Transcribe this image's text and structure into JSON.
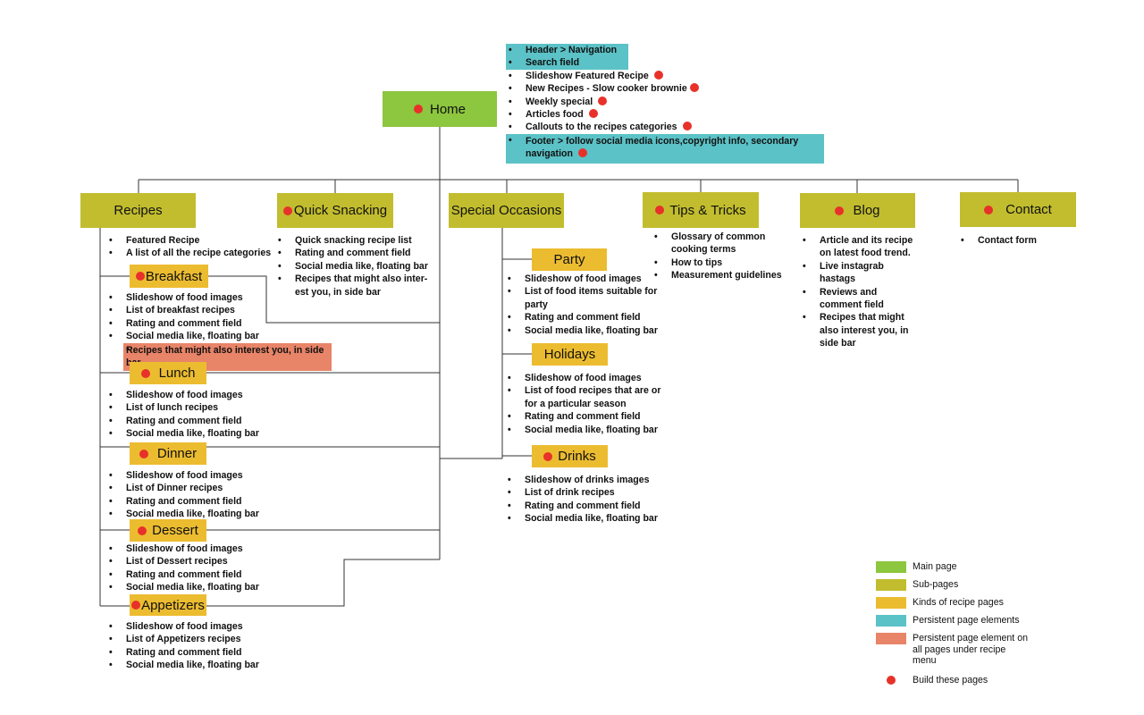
{
  "home": {
    "label": "Home",
    "build": true
  },
  "home_items": [
    {
      "text": "Header > Navigation",
      "highlight": "cyan",
      "build": false
    },
    {
      "text": "Search field",
      "highlight": "cyan",
      "build": false
    },
    {
      "text": "Slideshow Featured Recipe",
      "highlight": "",
      "build": true
    },
    {
      "text": "New Recipes - Slow cooker brownie",
      "highlight": "",
      "build": true
    },
    {
      "text": "Weekly special",
      "highlight": "",
      "build": true
    },
    {
      "text": "Articles food",
      "highlight": "",
      "build": true
    },
    {
      "text": "Callouts to the recipes categories",
      "highlight": "",
      "build": true
    },
    {
      "text": "Footer > follow social media icons,copyright info, secondary navigation",
      "highlight": "cyan",
      "build": true
    }
  ],
  "sections": {
    "recipes": {
      "label": "Recipes",
      "build": false,
      "items": [
        "Featured Recipe",
        "A list of all the recipe categories"
      ]
    },
    "quick_snacking": {
      "label": "Quick Snacking",
      "build": true,
      "items": [
        "Quick snacking recipe list",
        "Rating and comment field",
        "Social media like, floating bar",
        "Recipes that might also inter-est you, in side bar"
      ]
    },
    "special_occasions": {
      "label": "Special Occasions",
      "build": false,
      "items": []
    },
    "tips": {
      "label": "Tips & Tricks",
      "build": true,
      "items": [
        "Glossary of common cooking terms",
        "How to tips",
        "Measurement guidelines"
      ]
    },
    "blog": {
      "label": "Blog",
      "build": true,
      "items": [
        "Article and its recipe on latest food trend.",
        "Live instagrab hastags",
        "Reviews and comment field",
        "Recipes that might also interest you, in side bar"
      ]
    },
    "contact": {
      "label": "Contact",
      "build": true,
      "items": [
        "Contact form"
      ]
    }
  },
  "recipe_kinds": {
    "breakfast": {
      "label": "Breakfast",
      "build": true,
      "items": [
        "Slideshow of food images",
        "List of breakfast recipes",
        "Rating and comment field",
        "Social media like, floating bar"
      ],
      "highlight_item": "Recipes that might also interest you, in side bar"
    },
    "lunch": {
      "label": "Lunch",
      "build": true,
      "items": [
        "Slideshow of food images",
        "List of lunch recipes",
        "Rating and comment field",
        "Social media like, floating bar"
      ]
    },
    "dinner": {
      "label": "Dinner",
      "build": true,
      "items": [
        "Slideshow of food images",
        "List of Dinner recipes",
        "Rating and comment field",
        "Social media like, floating bar"
      ]
    },
    "dessert": {
      "label": "Dessert",
      "build": true,
      "items": [
        "Slideshow of food images",
        "List of Dessert recipes",
        "Rating and comment field",
        "Social media like, floating bar"
      ]
    },
    "appetizers": {
      "label": "Appetizers",
      "build": true,
      "items": [
        "Slideshow of food images",
        "List of Appetizers recipes",
        "Rating and comment field",
        "Social media like, floating bar"
      ]
    }
  },
  "occasion_kinds": {
    "party": {
      "label": "Party",
      "build": false,
      "items": [
        "Slideshow of food images",
        "List of food items suitable for party",
        "Rating and comment field",
        "Social media like, floating bar"
      ]
    },
    "holidays": {
      "label": "Holidays",
      "build": false,
      "items": [
        "Slideshow of food images",
        "List of food recipes that are or for a particular season",
        "Rating and comment field",
        "Social media like, floating bar"
      ]
    },
    "drinks": {
      "label": "Drinks",
      "build": true,
      "items": [
        "Slideshow of drinks images",
        "List of drink recipes",
        "Rating and comment field",
        "Social media like, floating bar"
      ]
    }
  },
  "legend": {
    "main_page": "Main page",
    "sub_pages": "Sub-pages",
    "kinds": "Kinds of recipe pages",
    "persistent": "Persistent page elements",
    "persistent_recipe": "Persistent page element on all pages under recipe menu",
    "build": "Build these pages"
  },
  "colors": {
    "main_page": "#8dc63f",
    "sub_page": "#c2bd2e",
    "kind_page": "#ecbc30",
    "persistent": "#5bc2c7",
    "persistent_recipe": "#e88468",
    "build_dot": "#e8312a"
  }
}
